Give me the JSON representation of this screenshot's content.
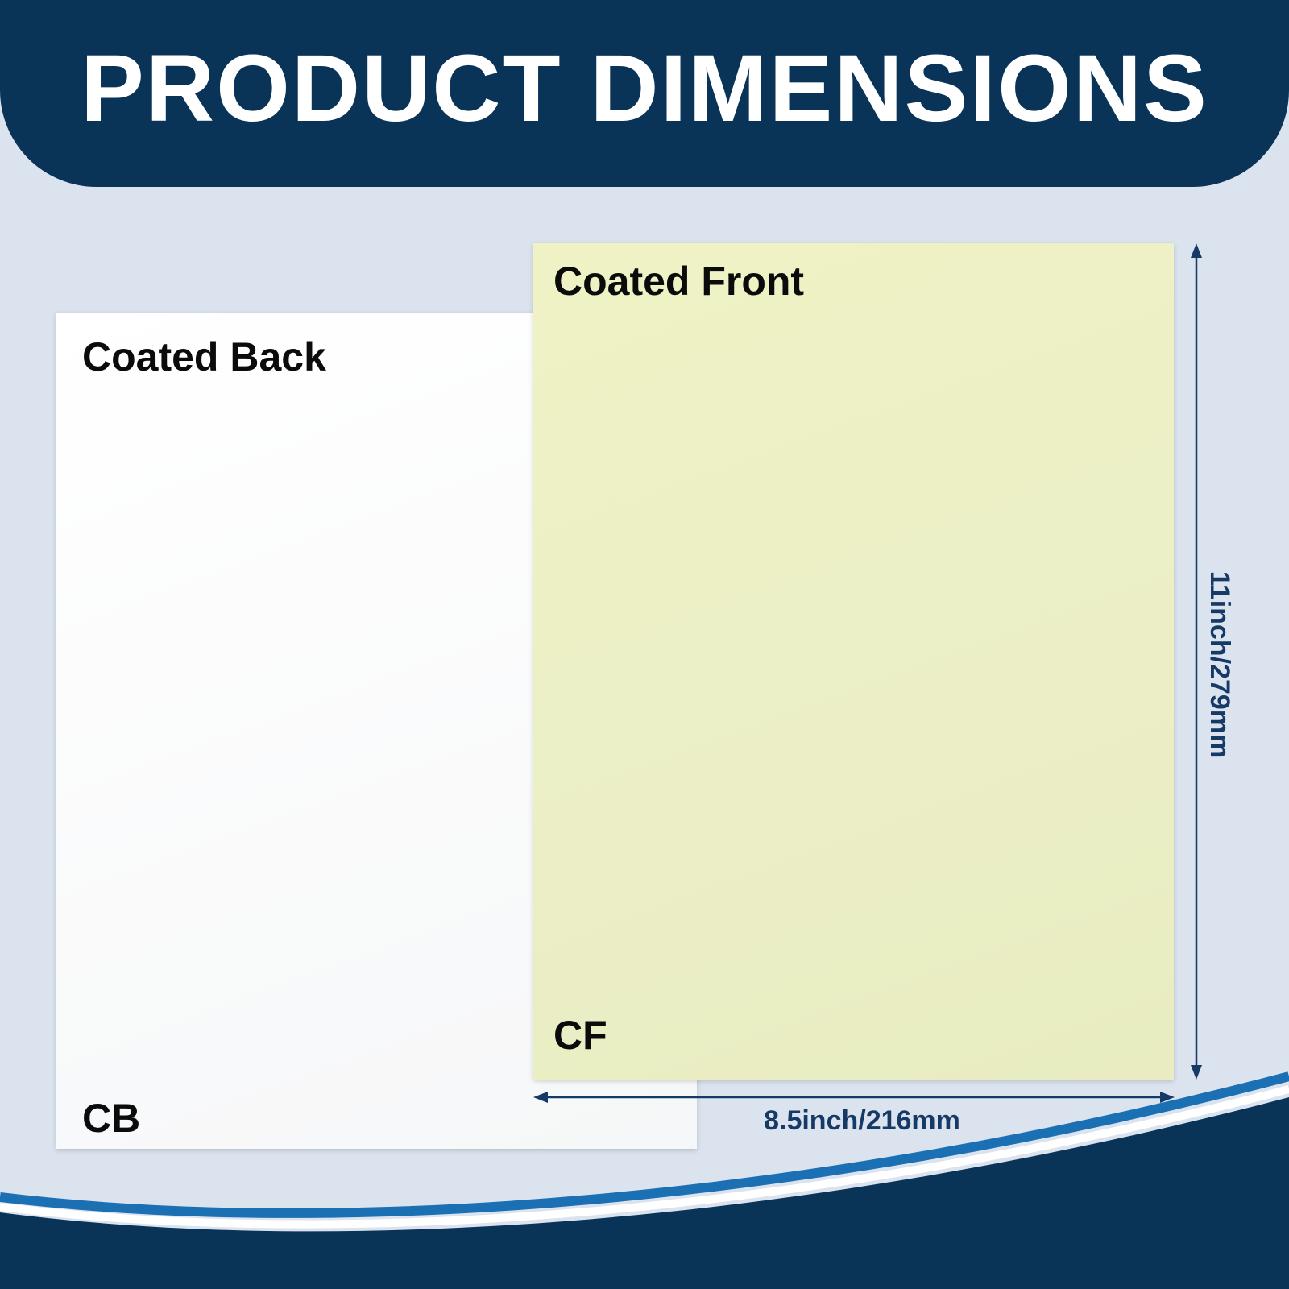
{
  "header": {
    "title": "PRODUCT DIMENSIONS",
    "background": "#0a3358"
  },
  "sheets": {
    "back": {
      "title": "Coated Back",
      "code": "CB",
      "color": "#ffffff"
    },
    "front": {
      "title": "Coated Front",
      "code": "CF",
      "color": "#eef1c5"
    }
  },
  "dimensions": {
    "width_label": "8.5inch/216mm",
    "height_label": "11inch/279mm",
    "line_color": "#163a66"
  },
  "colors": {
    "background": "#dbe3ef",
    "wave_dark": "#0a3358",
    "wave_accent": "#1b6fb3"
  }
}
